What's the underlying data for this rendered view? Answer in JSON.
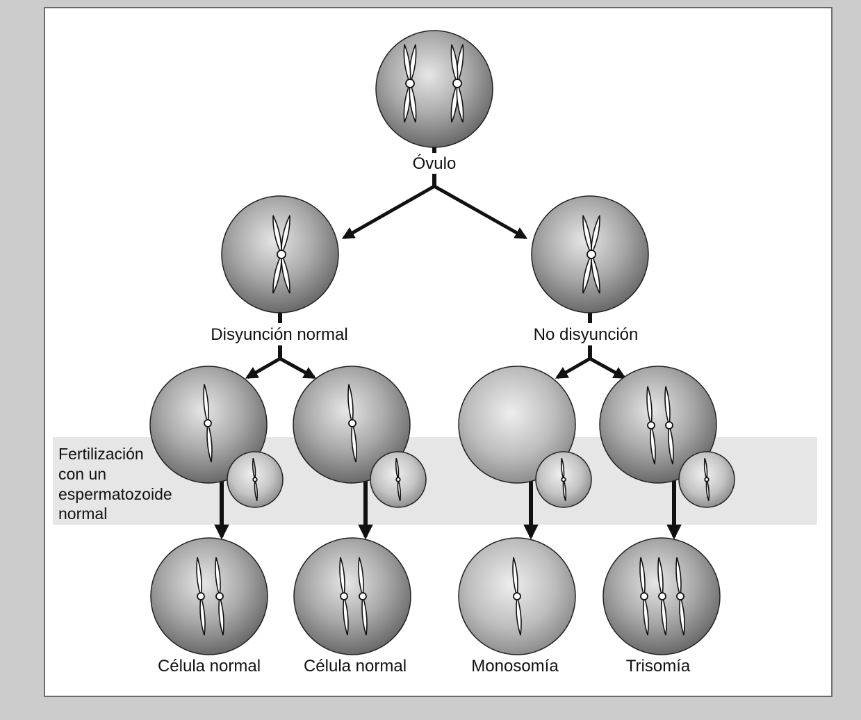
{
  "labels": {
    "ovulo": "Óvulo",
    "disyuncion_normal": "Disyunción normal",
    "no_disyuncion": "No disyunción",
    "fertilizacion": [
      "Fertilización",
      "con un",
      "espermatozoide",
      "normal"
    ],
    "celula_normal_1": "Célula normal",
    "celula_normal_2": "Célula normal",
    "monosomia": "Monosomía",
    "trisomia": "Trisomía"
  },
  "colors": {
    "page_background": "#cccccc",
    "panel_background": "#ffffff",
    "fertilization_band": "#e6e6e6",
    "cell_light": "#e8e8e8",
    "cell_dark": "#707070",
    "ink": "#111111"
  }
}
